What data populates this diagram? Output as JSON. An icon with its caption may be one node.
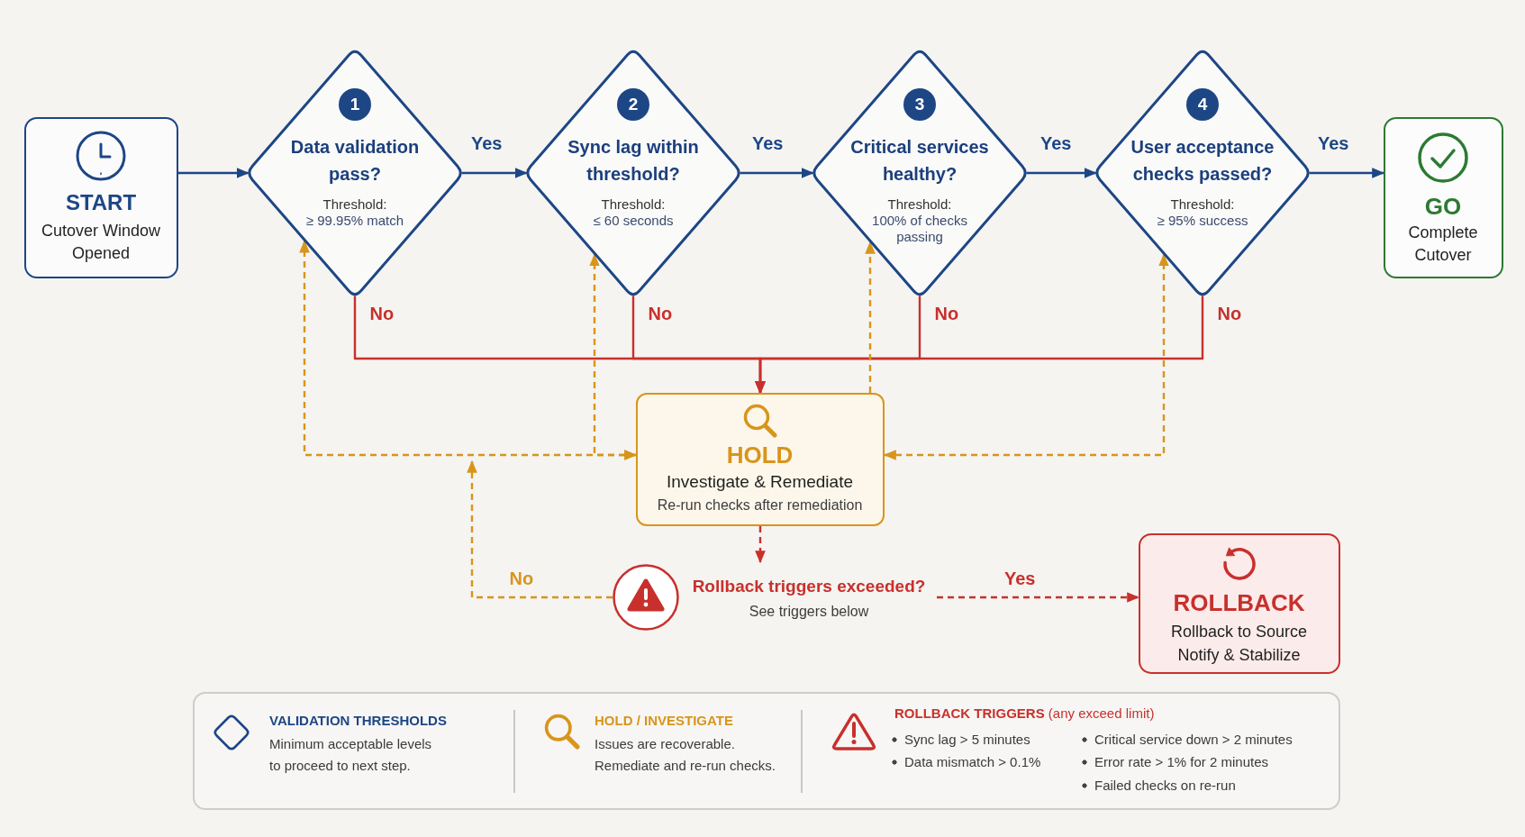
{
  "diagram": {
    "nodes": [
      {
        "text": [
          "START",
          "Cutover Window Opened"
        ]
      },
      {
        "text": [
          "1",
          "Data validation pass?",
          "Threshold:",
          "≥ 99.95% match"
        ]
      },
      {
        "text": [
          "2",
          "Sync lag within threshold?",
          "Threshold:",
          "≤ 60 seconds"
        ]
      },
      {
        "text": [
          "3",
          "Critical services healthy?",
          "Threshold:",
          "100% of checks passing"
        ]
      },
      {
        "text": [
          "4",
          "User acceptance checks passed?",
          "Threshold:",
          "≥ 95% success"
        ]
      },
      {
        "text": [
          "GO",
          "Complete Cutover"
        ]
      },
      {
        "text": [
          "HOLD",
          "Investigate & Remediate",
          "Re-run checks after remediation"
        ]
      },
      {
        "text": [
          "Rollback triggers exceeded?",
          "See triggers below"
        ]
      },
      {
        "text": [
          "ROLLBACK",
          "Rollback to Source",
          "Notify & Stabilize"
        ]
      }
    ],
    "edges": [
      {
        "from": 0,
        "to": 1,
        "arrow": "to",
        "color": "#1d4685"
      },
      {
        "from": 1,
        "to": 2,
        "arrow": "to",
        "label": "Yes",
        "color": "#1d4685"
      },
      {
        "from": 2,
        "to": 3,
        "arrow": "to",
        "label": "Yes",
        "color": "#1d4685"
      },
      {
        "from": 3,
        "to": 4,
        "arrow": "to",
        "label": "Yes",
        "color": "#1d4685"
      },
      {
        "from": 4,
        "to": 5,
        "arrow": "to",
        "label": "Yes",
        "color": "#1d4685"
      },
      {
        "from": 1,
        "to": 6,
        "arrow": "to",
        "label": "No",
        "color": "#c8302c"
      },
      {
        "from": 2,
        "to": 6,
        "arrow": "to",
        "label": "No",
        "color": "#c8302c"
      },
      {
        "from": 3,
        "to": 6,
        "arrow": "to",
        "label": "No",
        "color": "#c8302c"
      },
      {
        "from": 4,
        "to": 6,
        "arrow": "to",
        "label": "No",
        "color": "#c8302c"
      },
      {
        "from": 6,
        "to": 1,
        "arrow": "both",
        "style": "dashed",
        "color": "#d8951b"
      },
      {
        "from": 6,
        "to": 2,
        "arrow": "both",
        "style": "dashed",
        "color": "#d8951b"
      },
      {
        "from": 6,
        "to": 3,
        "arrow": "to",
        "style": "dashed",
        "color": "#d8951b"
      },
      {
        "from": 6,
        "to": 4,
        "arrow": "both",
        "style": "dashed",
        "color": "#d8951b"
      },
      {
        "from": 6,
        "to": 7,
        "arrow": "to",
        "style": "dashed",
        "color": "#c8302c"
      },
      {
        "from": 7,
        "to": 8,
        "arrow": "to",
        "label": "Yes",
        "style": "dashed",
        "color": "#c8302c"
      },
      {
        "from": 7,
        "to": null,
        "arrow": "to",
        "label": "No",
        "style": "dashed",
        "color": "#d8951b"
      }
    ],
    "labels": [
      "Minimum acceptable levels to proceed to next step.",
      "Issues are recoverable. Remediate and re-run checks.",
      "Sync lag > 5 minutes",
      "Critical service down > 2 minutes",
      "Data mismatch > 0.1%",
      "Error rate > 1% for 2 minutes",
      "Failed checks on re-run"
    ],
    "legend": [
      {
        "text": "VALIDATION THRESHOLDS"
      },
      {
        "text": "HOLD / INVESTIGATE"
      },
      {
        "text": "**ROLLBACK TRIGGERS** (any exceed limit)"
      }
    ]
  }
}
